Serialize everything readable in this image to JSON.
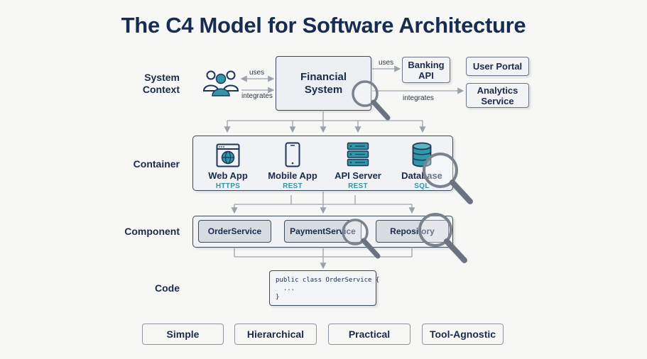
{
  "title": "The C4 Model for Software Architecture",
  "levels": {
    "context": "System\nContext",
    "container": "Container",
    "component": "Component",
    "code": "Code"
  },
  "context": {
    "system": "Financial\nSystem",
    "banking": "Banking\nAPI",
    "portal": "User Portal",
    "analytics": "Analytics\nService",
    "uses_left": "uses",
    "integrates_left": "integrates",
    "uses_right": "uses",
    "integrates_right": "integrates"
  },
  "containers": [
    {
      "name": "Web App",
      "protocol": "HTTPS",
      "icon": "browser-globe-icon"
    },
    {
      "name": "Mobile App",
      "protocol": "REST",
      "icon": "mobile-phone-icon"
    },
    {
      "name": "API Server",
      "protocol": "REST",
      "icon": "server-rack-icon"
    },
    {
      "name": "Database",
      "protocol": "SQL",
      "icon": "database-icon"
    }
  ],
  "components": [
    "OrderService",
    "PaymentService",
    "Repository"
  ],
  "code": {
    "line1": "public class OrderService {",
    "line2": "  ...",
    "line3": "}"
  },
  "principles": [
    "Simple",
    "Hierarchical",
    "Practical",
    "Tool-Agnostic"
  ],
  "colors": {
    "title": "#172c52",
    "accent": "#2f97a8",
    "border": "#3d4a5e",
    "connector": "#9aa2ad"
  }
}
